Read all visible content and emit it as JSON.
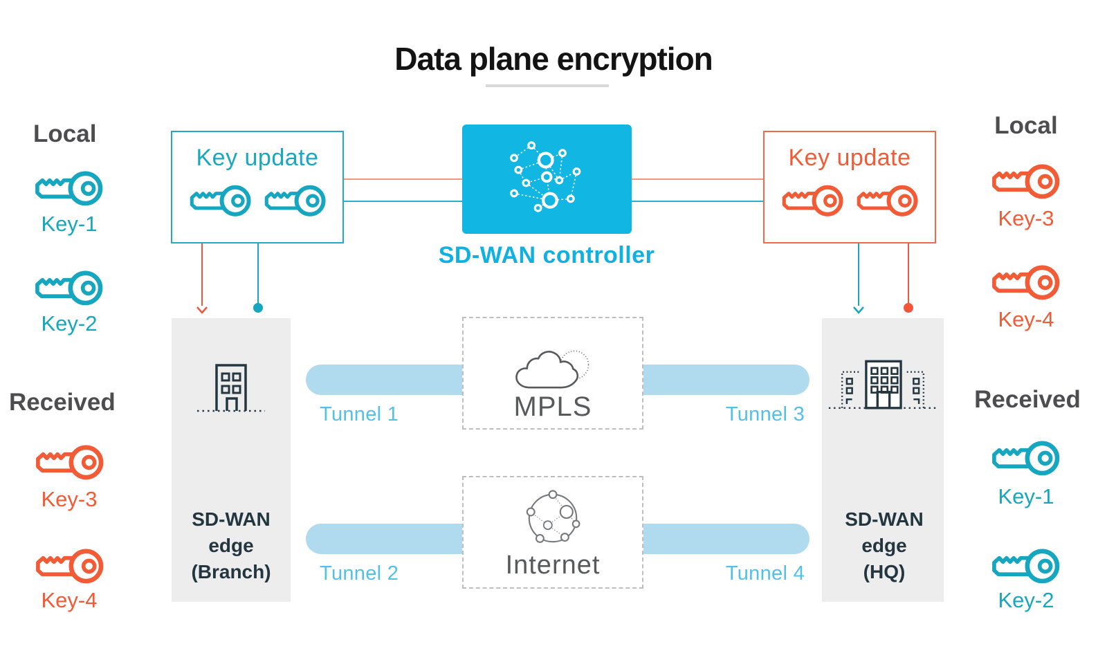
{
  "title": "Data plane encryption",
  "controller": {
    "label": "SD-WAN controller"
  },
  "key_update_left": {
    "label": "Key update"
  },
  "key_update_right": {
    "label": "Key update"
  },
  "panels": {
    "left_local": {
      "heading": "Local",
      "key1": "Key-1",
      "key2": "Key-2"
    },
    "left_received": {
      "heading": "Received",
      "key1": "Key-3",
      "key2": "Key-4"
    },
    "right_local": {
      "heading": "Local",
      "key1": "Key-3",
      "key2": "Key-4"
    },
    "right_received": {
      "heading": "Received",
      "key1": "Key-1",
      "key2": "Key-2"
    }
  },
  "edges": {
    "branch": {
      "lines": [
        "SD-WAN",
        "edge",
        "(Branch)"
      ]
    },
    "hq": {
      "lines": [
        "SD-WAN",
        "edge",
        "(HQ)"
      ]
    }
  },
  "networks": {
    "mpls": "MPLS",
    "internet": "Internet"
  },
  "tunnels": {
    "t1": "Tunnel 1",
    "t2": "Tunnel 2",
    "t3": "Tunnel 3",
    "t4": "Tunnel 4"
  },
  "colors": {
    "controller_cyan": "#12b6e2",
    "teal": "#17a6bf",
    "orange": "#f15b35",
    "orange_line": "#f4957f",
    "teal_line": "#2fb0c9",
    "tunnel_bar": "#b0dbef",
    "tunnel_label": "#53c0e8",
    "edge_box_gray": "#ededee",
    "dark_text": "#233640",
    "heading_gray": "#4d4d4f",
    "network_gray": "#58595b"
  }
}
